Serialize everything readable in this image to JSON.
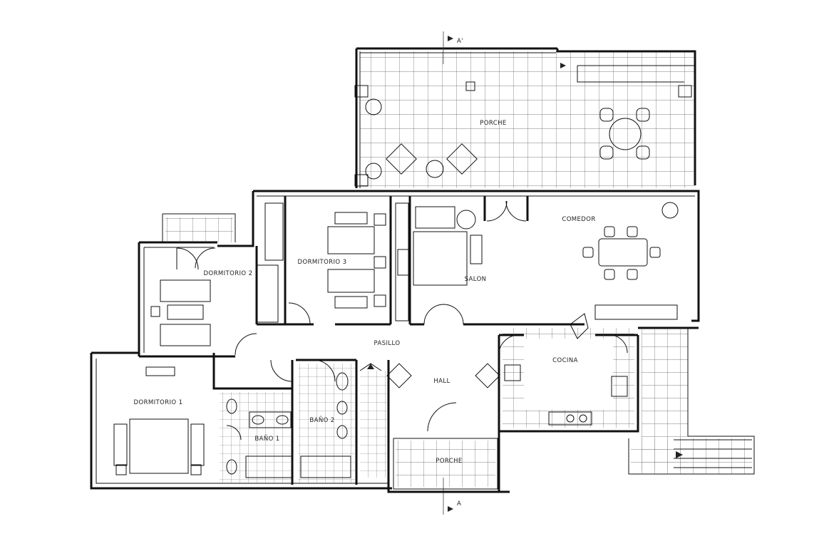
{
  "rooms": {
    "porche_top": "PORCHE",
    "comedor": "COMEDOR",
    "salon": "SALON",
    "dormitorio_3": "DORMITORIO 3",
    "dormitorio_2": "DORMITORIO 2",
    "pasillo": "PASILLO",
    "hall": "HALL",
    "cocina": "COCINA",
    "dormitorio_1": "DORMITORIO 1",
    "bano_1": "BAÑO 1",
    "bano_2": "BAÑO 2",
    "porche_bottom": "PORCHE"
  },
  "section_marks": {
    "top": "A'",
    "bottom": "A"
  }
}
